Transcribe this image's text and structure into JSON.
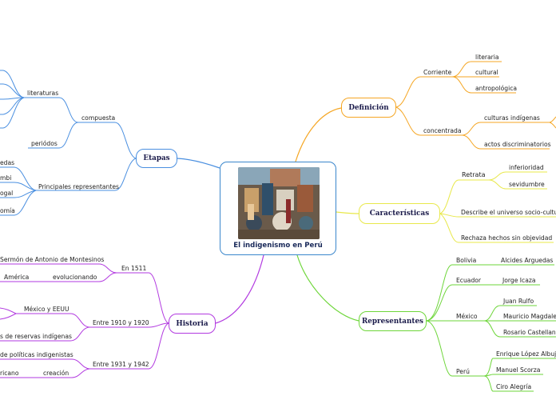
{
  "central": {
    "title": "El indigenismo en Perú",
    "image": "mural-painting"
  },
  "branches": {
    "definicion": {
      "title": "Definición",
      "color": "#f5a623",
      "corriente": {
        "label": "Corriente",
        "items": [
          "literaria",
          "cultural",
          "antropológica"
        ]
      },
      "concentrada": {
        "label": "concentrada",
        "items": [
          "culturas indígenas",
          "actos discriminatorios"
        ]
      }
    },
    "caracteristicas": {
      "title": "Características",
      "color": "#e8e84a",
      "retrata": {
        "label": "Retrata",
        "items": [
          "inferioridad",
          "sevidumbre"
        ]
      },
      "items": [
        "Describe el universo socio-cultural",
        "Rechaza hechos sin objevidad"
      ]
    },
    "representantes": {
      "title": "Representantes",
      "color": "#6ed63a",
      "countries": [
        {
          "name": "Bolivia",
          "people": [
            "Alcides Arguedas"
          ]
        },
        {
          "name": "Ecuador",
          "people": [
            "Jorge Icaza"
          ]
        },
        {
          "name": "México",
          "people": [
            "Juan Rulfo",
            "Mauricio Magdaleno",
            "Rosario Castellanos"
          ]
        },
        {
          "name": "Perú",
          "people": [
            "Enrique López Albujar",
            "Manuel Scorza",
            "Ciro Alegría"
          ]
        }
      ]
    },
    "etapas": {
      "title": "Etapas",
      "color": "#4a8fe0",
      "compuesta": {
        "label": "compuesta",
        "literaturas": "literaturas",
        "periodos": "periódos"
      },
      "principales": {
        "label": "Principales representantes",
        "items": [
          "edas",
          "mbi",
          "ogal",
          "omía"
        ]
      }
    },
    "historia": {
      "title": "Historia",
      "color": "#b23ae0",
      "en1511": {
        "label": "En 1511",
        "sermon": "Sermón de Antonio de Montesinos",
        "evolucionando": "evolucionando",
        "america": "América"
      },
      "entre1910": {
        "label": "Entre 1910 y 1920",
        "mexico": "México y EEUU",
        "reservas": "s de reservas indígenas"
      },
      "entre1931": {
        "label": "Entre 1931 y 1942",
        "politicas": "de políticas indigenistas",
        "creacion": "creación",
        "ricano": "ricano"
      }
    }
  }
}
